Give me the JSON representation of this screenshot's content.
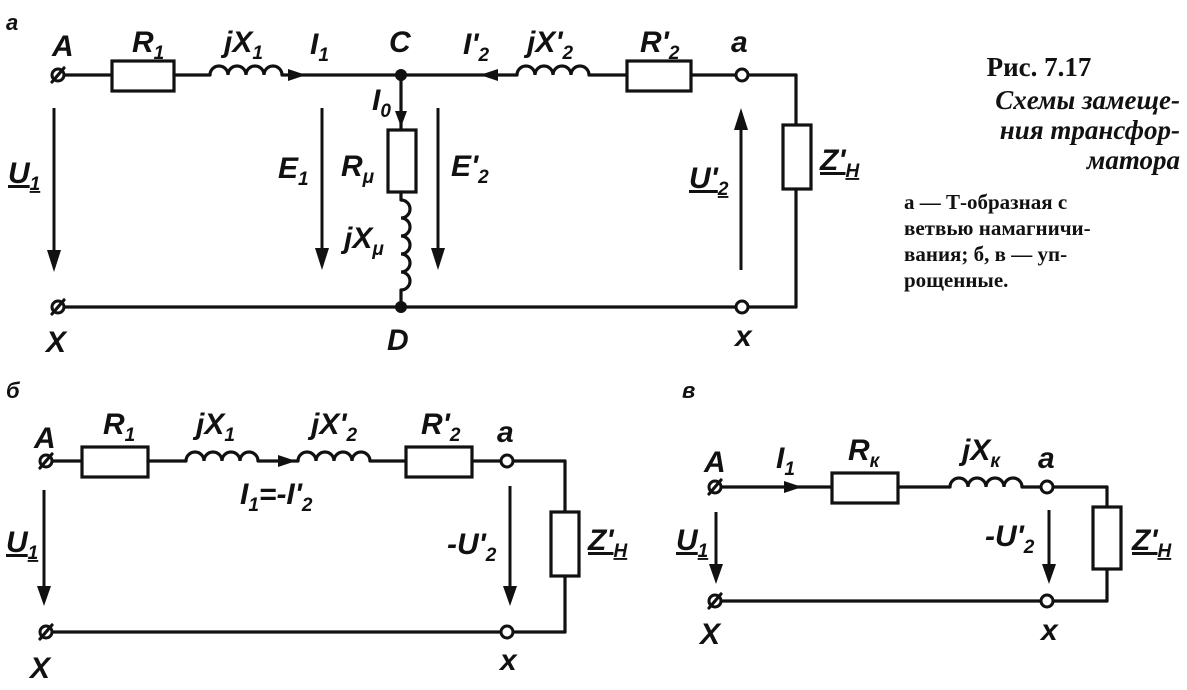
{
  "caption": {
    "number": "Рис. 7.17",
    "title_lines": [
      "Схемы замеще-",
      "ния трансфор-",
      "матора"
    ],
    "description_lines": [
      "а — Т-образная с",
      "ветвью намагничи-",
      "вания; б, в — уп-",
      "рощенные."
    ]
  },
  "panel_a": {
    "letter": "а",
    "node_A": "A",
    "node_X": "X",
    "node_C": "C",
    "node_D": "D",
    "node_a": "a",
    "node_x": "x",
    "R1": [
      "R",
      "1"
    ],
    "jX1": [
      "jX",
      "1"
    ],
    "I1": [
      "I",
      "1"
    ],
    "I2p": [
      "I'",
      "2"
    ],
    "jX2p": [
      "jX'",
      "2"
    ],
    "R2p": [
      "R'",
      "2"
    ],
    "I0": [
      "I",
      "0"
    ],
    "Rmu": [
      "R",
      "μ"
    ],
    "jXmu": [
      "jX",
      "μ"
    ],
    "U1": [
      "U",
      "1"
    ],
    "E1": [
      "E",
      "1"
    ],
    "E2p": [
      "E'",
      "2"
    ],
    "U2p": [
      "U'",
      "2"
    ],
    "ZH": [
      "Z'",
      "H"
    ]
  },
  "panel_b": {
    "letter": "б",
    "node_A": "A",
    "node_X": "X",
    "node_a": "a",
    "node_x": "x",
    "R1": [
      "R",
      "1"
    ],
    "jX1": [
      "jX",
      "1"
    ],
    "jX2p": [
      "jX'",
      "2"
    ],
    "R2p": [
      "R'",
      "2"
    ],
    "current": [
      "I",
      "1",
      "=-I'",
      "2"
    ],
    "U1": [
      "U",
      "1"
    ],
    "U2p": [
      "-U'",
      "2"
    ],
    "ZH": [
      "Z'",
      "H"
    ]
  },
  "panel_c": {
    "letter": "в",
    "node_A": "A",
    "node_X": "X",
    "node_a": "a",
    "node_x": "x",
    "I1": [
      "I",
      "1"
    ],
    "Rk": [
      "R",
      "к"
    ],
    "jXk": [
      "jX",
      "к"
    ],
    "U1": [
      "U",
      "1"
    ],
    "U2p": [
      "-U'",
      "2"
    ],
    "ZH": [
      "Z'",
      "H"
    ]
  }
}
